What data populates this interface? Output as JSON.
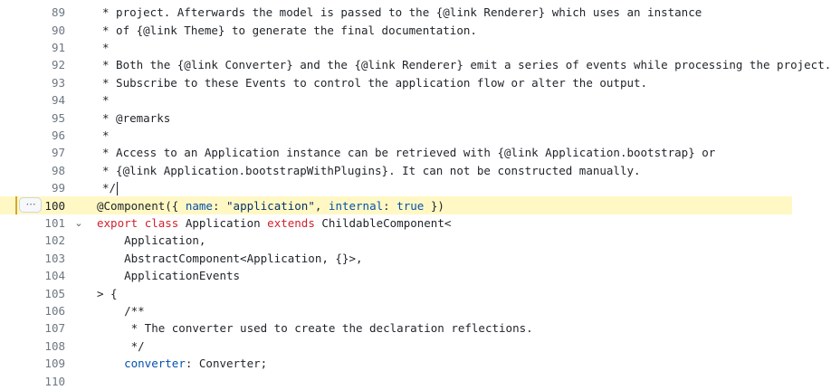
{
  "editor": {
    "actions_label": "⋯",
    "fold_icon": "⌄",
    "lines": [
      {
        "n": "89",
        "t": "* project. Afterwards the model is passed to the {@link Renderer} which uses an instance"
      },
      {
        "n": "90",
        "t": "* of {@link Theme} to generate the final documentation."
      },
      {
        "n": "91",
        "t": "*"
      },
      {
        "n": "92",
        "t": "* Both the {@link Converter} and the {@link Renderer} emit a series of events while processing the project."
      },
      {
        "n": "93",
        "t": "* Subscribe to these Events to control the application flow or alter the output."
      },
      {
        "n": "94",
        "t": "*"
      },
      {
        "n": "95",
        "t": "* @remarks"
      },
      {
        "n": "96",
        "t": "*"
      },
      {
        "n": "97",
        "t": "* Access to an Application instance can be retrieved with {@link Application.bootstrap} or"
      },
      {
        "n": "98",
        "t": "* {@link Application.bootstrapWithPlugins}. It can not be constructed manually."
      },
      {
        "n": "99",
        "t": "*/"
      },
      {
        "n": "100",
        "p": [
          "@Component({ ",
          "name",
          ": ",
          "\"application\"",
          ", ",
          "internal",
          ": ",
          "true",
          " })"
        ]
      },
      {
        "n": "101",
        "p": [
          "export",
          " ",
          "class",
          " Application ",
          "extends",
          " ChildableComponent<"
        ]
      },
      {
        "n": "102",
        "t": "    Application,"
      },
      {
        "n": "103",
        "t": "    AbstractComponent<Application, {}>,"
      },
      {
        "n": "104",
        "t": "    ApplicationEvents"
      },
      {
        "n": "105",
        "t": "> {"
      },
      {
        "n": "106",
        "t": "    /**"
      },
      {
        "n": "107",
        "t": "     * The converter used to create the declaration reflections."
      },
      {
        "n": "108",
        "t": "     */"
      },
      {
        "n": "109",
        "p": [
          "    ",
          "converter",
          ": Converter;"
        ]
      },
      {
        "n": "110",
        "t": ""
      }
    ]
  }
}
